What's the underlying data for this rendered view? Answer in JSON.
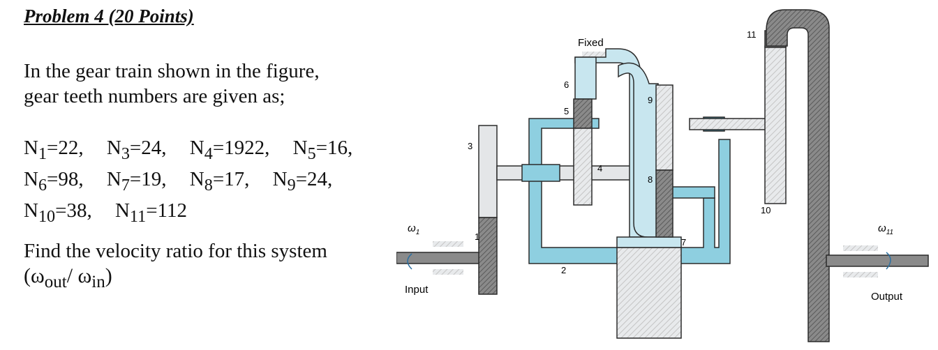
{
  "problem": {
    "heading": "Problem 4 (20 Points)",
    "intro_line1": "In the gear train shown in the figure,",
    "intro_line2": "gear teeth numbers are given as;",
    "teeth": [
      [
        {
          "name": "N",
          "sub": "1",
          "val": "=22,"
        },
        {
          "name": "N",
          "sub": "3",
          "val": "=24,"
        },
        {
          "name": "N",
          "sub": "4",
          "val": "=1922,"
        },
        {
          "name": "N",
          "sub": "5",
          "val": "=16,"
        }
      ],
      [
        {
          "name": "N",
          "sub": "6",
          "val": "=98,"
        },
        {
          "name": "N",
          "sub": "7",
          "val": "=19,"
        },
        {
          "name": "N",
          "sub": "8",
          "val": "=17,"
        },
        {
          "name": "N",
          "sub": "9",
          "val": "=24,"
        }
      ],
      [
        {
          "name": "N",
          "sub": "10",
          "val": "=38,"
        },
        {
          "name": "N",
          "sub": "11",
          "val": "=112"
        }
      ]
    ],
    "question_line1": "Find the velocity ratio for this system",
    "question_paren_open": "(ω",
    "question_out_sub": "out",
    "question_mid": "/ ω",
    "question_in_sub": "in",
    "question_paren_close": ")"
  },
  "diagram": {
    "fixed_label": "Fixed",
    "input_label": "Input",
    "output_label": "Output",
    "omega_in": "ω",
    "omega_in_sub": "1",
    "omega_out": "ω",
    "omega_out_sub": "11",
    "gear_numbers": [
      "1",
      "2",
      "3",
      "4",
      "5",
      "6",
      "7",
      "8",
      "9",
      "10",
      "11"
    ],
    "colors": {
      "link_blue": "#8ecfe0",
      "link_blue_dark": "#3f8fa8",
      "gear_gray": "#b5b5b5",
      "gear_light": "#e8eaec",
      "gear_dark": "#6a6a6a",
      "outline": "#2b2b2b"
    }
  }
}
